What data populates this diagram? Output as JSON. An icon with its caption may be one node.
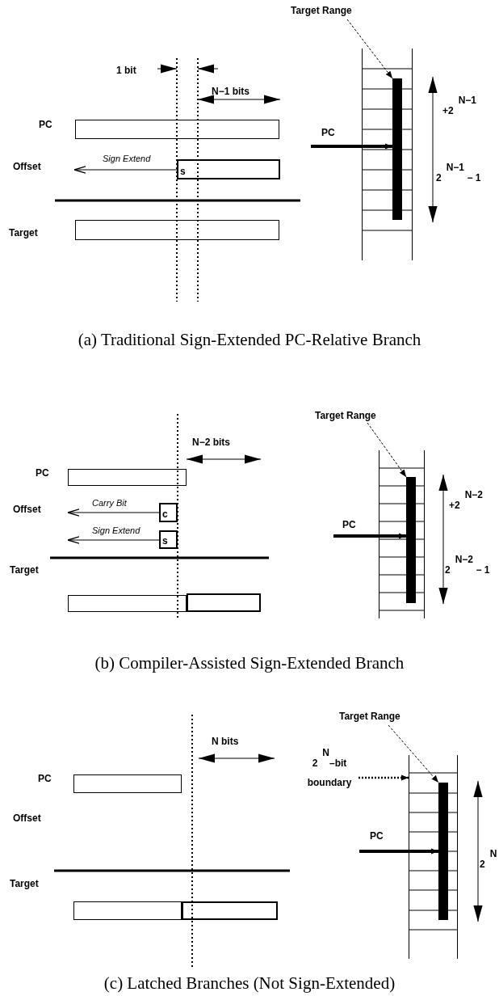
{
  "diagram": {
    "nodes": [
      {
        "text": [],
        "shape": "box"
      },
      {
        "text": [
          "s"
        ]
      },
      {
        "text": [],
        "shape": "box"
      },
      {
        "text": [
          "Target Range"
        ]
      },
      {
        "text": [],
        "shape": "box"
      },
      {
        "text": [],
        "shape": "bar",
        "in": 4
      },
      {
        "text": [],
        "shape": "box"
      },
      {
        "text": [
          "c"
        ]
      },
      {
        "text": [
          "s"
        ]
      },
      {
        "text": [],
        "shape": "box"
      },
      {
        "text": [],
        "shape": "box"
      },
      {
        "text": [
          "Target Range"
        ]
      },
      {
        "text": [],
        "shape": "box"
      },
      {
        "text": [],
        "shape": "bar",
        "in": 12
      },
      {
        "text": [],
        "shape": "box"
      },
      {
        "text": [],
        "shape": "box"
      },
      {
        "text": [],
        "shape": "box"
      },
      {
        "text": [
          "Target Range"
        ]
      },
      {
        "text": [
          "2$^{N}$–bit boundary"
        ]
      },
      {
        "text": [],
        "shape": "box"
      },
      {
        "text": [],
        "shape": "bar",
        "in": 19
      }
    ],
    "edges": [
      {
        "from": 3,
        "to": 5,
        "arrow": "to",
        "style": "dashed"
      },
      {
        "from": null,
        "to": 5,
        "arrow": "to",
        "label": "PC",
        "style": "thick"
      },
      {
        "from": 1,
        "to": null,
        "arrow": "to",
        "label": "Sign Extend"
      },
      {
        "from": 11,
        "to": 13,
        "arrow": "to",
        "style": "dashed"
      },
      {
        "from": null,
        "to": 13,
        "arrow": "to",
        "label": "PC",
        "style": "thick"
      },
      {
        "from": 7,
        "to": null,
        "arrow": "to",
        "label": "Carry Bit"
      },
      {
        "from": 8,
        "to": null,
        "arrow": "to",
        "label": "Sign Extend"
      },
      {
        "from": 17,
        "to": 20,
        "arrow": "to",
        "style": "dashed"
      },
      {
        "from": 18,
        "to": 19,
        "arrow": "to",
        "style": "dashed"
      },
      {
        "from": null,
        "to": 20,
        "arrow": "to",
        "label": "PC",
        "style": "thick"
      }
    ],
    "labels": [
      "1 bit",
      "N−1 bits",
      "PC",
      "+2$^{N−1}$",
      "Offset",
      "2$^{N−1}$ − 1",
      "Target",
      "(a) Traditional Sign-Extended PC-Relative Branch",
      "N−2 bits",
      "PC",
      "+2$^{N−2}$",
      "Offset",
      "2$^{N−2}$ − 1",
      "Target",
      "(b) Compiler-Assisted Sign-Extended Branch",
      "N bits",
      "PC",
      "Offset",
      "2$^{N}$",
      "Target",
      "(c) Latched Branches (Not Sign-Extended)"
    ]
  }
}
